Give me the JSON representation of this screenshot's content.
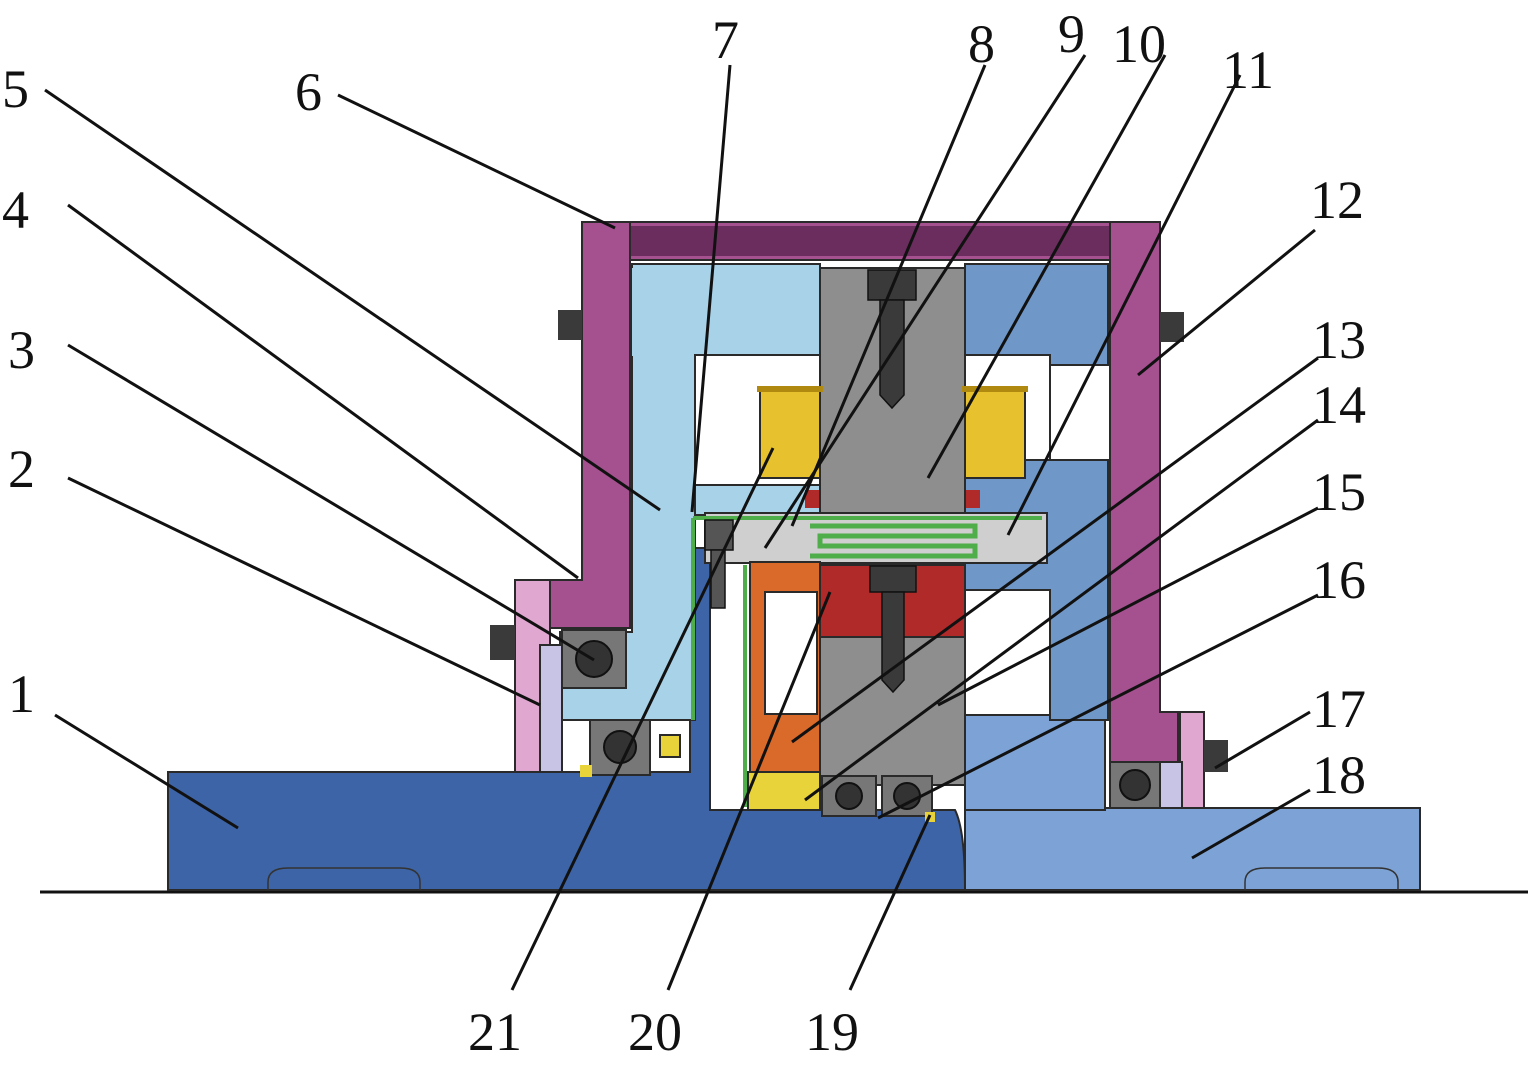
{
  "diagram": {
    "part_numbers": [
      "1",
      "2",
      "3",
      "4",
      "5",
      "6",
      "7",
      "8",
      "9",
      "10",
      "11",
      "12",
      "13",
      "14",
      "15",
      "16",
      "17",
      "18",
      "19",
      "20",
      "21"
    ]
  },
  "colors": {
    "base_left": "#3d64a6",
    "base_right": "#7da3d6",
    "light_blue": "#a8d2e8",
    "mid_blue": "#6f98c8",
    "housing": "#a5508f",
    "housing_top": "#6b2d5d",
    "gray": "#8e8e8e",
    "light_gray": "#cfcfcf",
    "coil": "#e8c22e",
    "red": "#b02a2a",
    "orange": "#d96a2a",
    "yellow": "#e8d43a",
    "pink": "#e0a8d0",
    "lavender": "#c8c4e6",
    "green": "#4fae4a",
    "bearing": "#777777"
  }
}
